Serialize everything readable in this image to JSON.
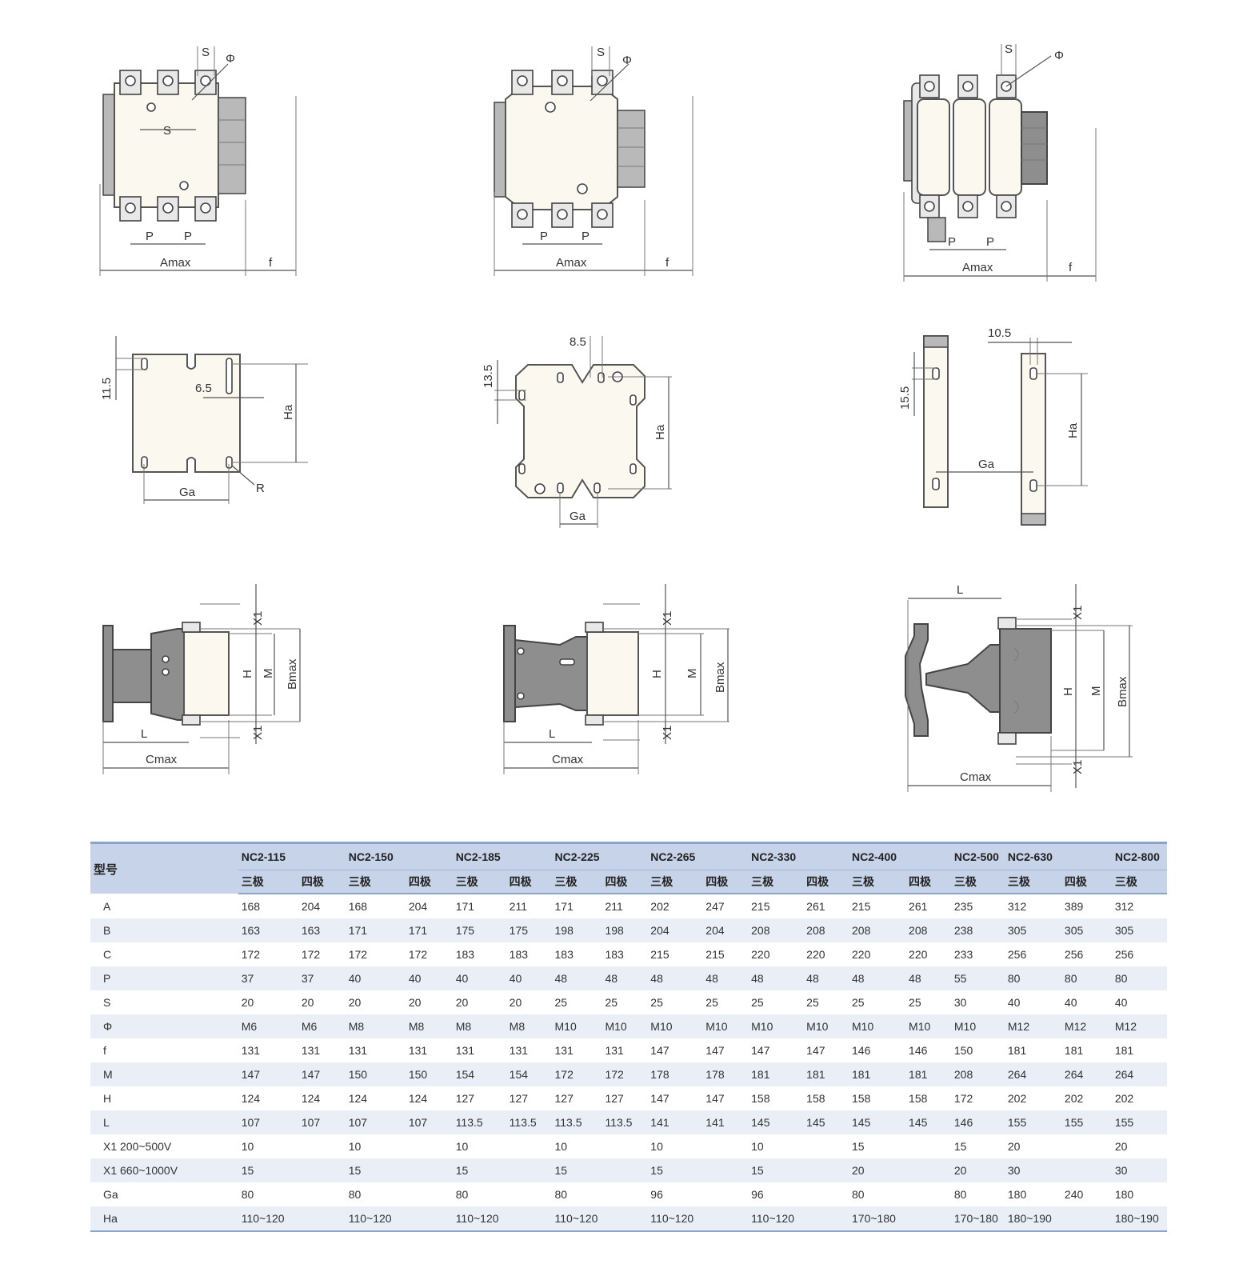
{
  "dims": {
    "S": "S",
    "phi": "Φ",
    "P": "P",
    "Amax": "Amax",
    "f": "f",
    "d11_5": "11.5",
    "d6_5": "6.5",
    "Ha": "Ha",
    "Ga": "Ga",
    "R": "R",
    "d8_5": "8.5",
    "d13_5": "13.5",
    "d10_5": "10.5",
    "d15_5": "15.5",
    "X1": "X1",
    "H": "H",
    "M": "M",
    "Bmax": "Bmax",
    "L": "L",
    "Cmax": "Cmax"
  },
  "table": {
    "row_header": "型号",
    "models": [
      "NC2-115",
      "NC2-150",
      "NC2-185",
      "NC2-225",
      "NC2-265",
      "NC2-330",
      "NC2-400",
      "NC2-500",
      "NC2-630",
      "NC2-800"
    ],
    "pole_three": "三极",
    "pole_four": "四极",
    "rows": [
      {
        "label": "A",
        "values": [
          "168",
          "204",
          "168",
          "204",
          "171",
          "211",
          "171",
          "211",
          "202",
          "247",
          "215",
          "261",
          "215",
          "261",
          "235",
          "312",
          "389",
          "312"
        ]
      },
      {
        "label": "B",
        "values": [
          "163",
          "163",
          "171",
          "171",
          "175",
          "175",
          "198",
          "198",
          "204",
          "204",
          "208",
          "208",
          "208",
          "208",
          "238",
          "305",
          "305",
          "305"
        ]
      },
      {
        "label": "C",
        "values": [
          "172",
          "172",
          "172",
          "172",
          "183",
          "183",
          "183",
          "183",
          "215",
          "215",
          "220",
          "220",
          "220",
          "220",
          "233",
          "256",
          "256",
          "256"
        ]
      },
      {
        "label": "P",
        "values": [
          "37",
          "37",
          "40",
          "40",
          "40",
          "40",
          "48",
          "48",
          "48",
          "48",
          "48",
          "48",
          "48",
          "48",
          "55",
          "80",
          "80",
          "80"
        ]
      },
      {
        "label": "S",
        "values": [
          "20",
          "20",
          "20",
          "20",
          "20",
          "20",
          "25",
          "25",
          "25",
          "25",
          "25",
          "25",
          "25",
          "25",
          "30",
          "40",
          "40",
          "40"
        ]
      },
      {
        "label": "Φ",
        "values": [
          "M6",
          "M6",
          "M8",
          "M8",
          "M8",
          "M8",
          "M10",
          "M10",
          "M10",
          "M10",
          "M10",
          "M10",
          "M10",
          "M10",
          "M10",
          "M12",
          "M12",
          "M12"
        ]
      },
      {
        "label": "f",
        "values": [
          "131",
          "131",
          "131",
          "131",
          "131",
          "131",
          "131",
          "131",
          "147",
          "147",
          "147",
          "147",
          "146",
          "146",
          "150",
          "181",
          "181",
          "181"
        ]
      },
      {
        "label": "M",
        "values": [
          "147",
          "147",
          "150",
          "150",
          "154",
          "154",
          "172",
          "172",
          "178",
          "178",
          "181",
          "181",
          "181",
          "181",
          "208",
          "264",
          "264",
          "264"
        ]
      },
      {
        "label": "H",
        "values": [
          "124",
          "124",
          "124",
          "124",
          "127",
          "127",
          "127",
          "127",
          "147",
          "147",
          "158",
          "158",
          "158",
          "158",
          "172",
          "202",
          "202",
          "202"
        ]
      },
      {
        "label": "L",
        "values": [
          "107",
          "107",
          "107",
          "107",
          "113.5",
          "113.5",
          "113.5",
          "113.5",
          "141",
          "141",
          "145",
          "145",
          "145",
          "145",
          "146",
          "155",
          "155",
          "155"
        ]
      },
      {
        "label": "X1 200~500V",
        "values": [
          "10",
          "",
          "10",
          "",
          "10",
          "",
          "10",
          "",
          "10",
          "",
          "10",
          "",
          "15",
          "",
          "15",
          "20",
          "",
          "20"
        ]
      },
      {
        "label": "X1 660~1000V",
        "values": [
          "15",
          "",
          "15",
          "",
          "15",
          "",
          "15",
          "",
          "15",
          "",
          "15",
          "",
          "20",
          "",
          "20",
          "30",
          "",
          "30"
        ]
      },
      {
        "label": "Ga",
        "values": [
          "80",
          "",
          "80",
          "",
          "80",
          "",
          "80",
          "",
          "96",
          "",
          "96",
          "",
          "80",
          "",
          "80",
          "180",
          "240",
          "180"
        ]
      },
      {
        "label": "Ha",
        "values": [
          "110~120",
          "",
          "110~120",
          "",
          "110~120",
          "",
          "110~120",
          "",
          "110~120",
          "",
          "110~120",
          "",
          "170~180",
          "",
          "170~180",
          "180~190",
          "",
          "180~190"
        ]
      }
    ]
  }
}
